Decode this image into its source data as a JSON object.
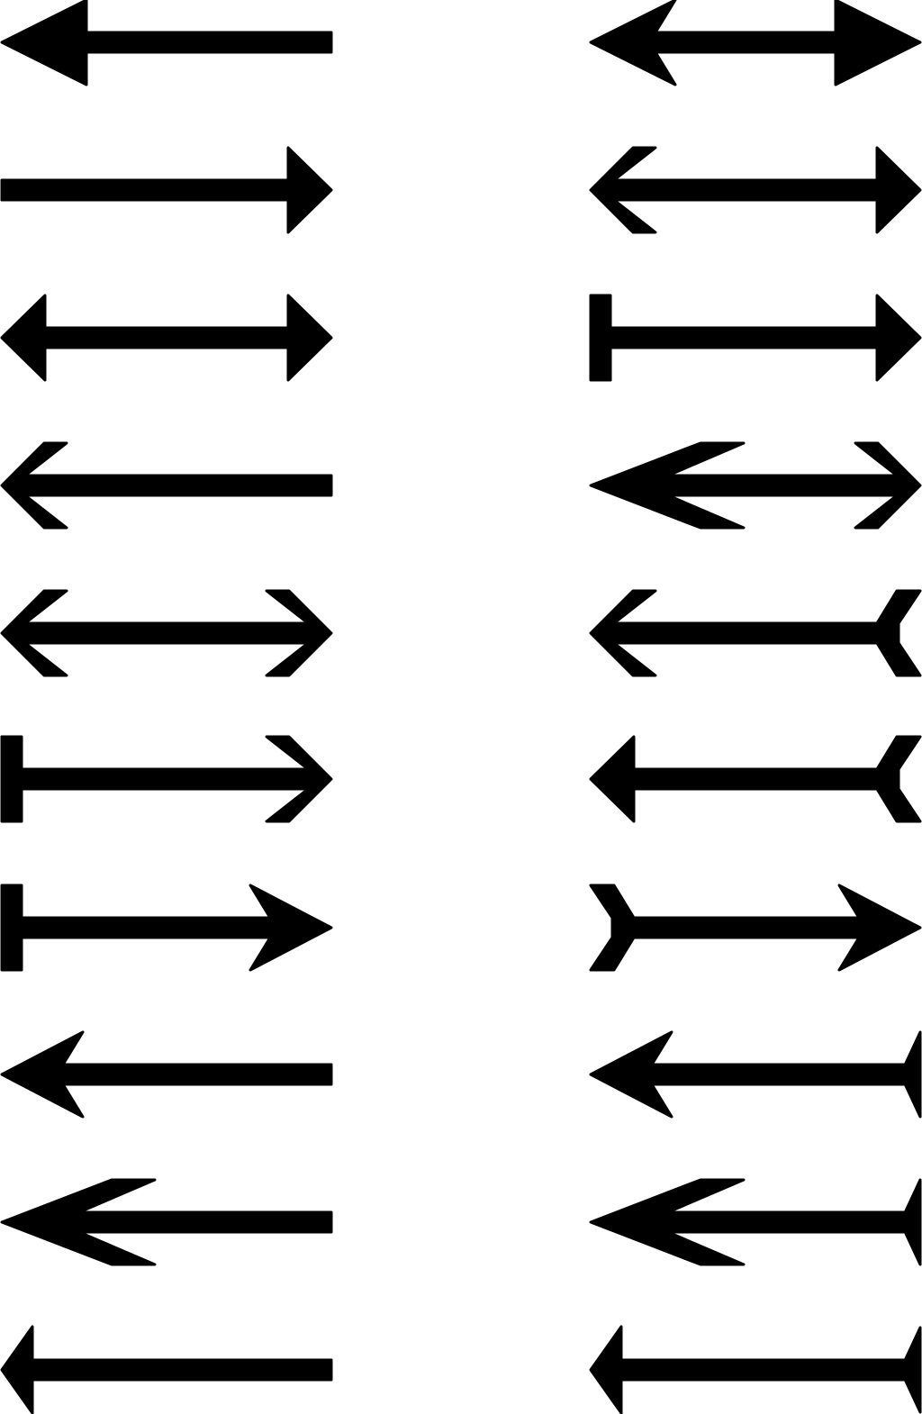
{
  "sheet": {
    "background_color": "#ffffff",
    "ink_color": "#000000",
    "columns": [
      {
        "name": "left-column",
        "arrows": [
          {
            "name": "arrow-large-left-head",
            "left_end": "triangle-large",
            "right_end": "none"
          },
          {
            "name": "arrow-right-head",
            "left_end": "none",
            "right_end": "triangle"
          },
          {
            "name": "arrow-double-triangle",
            "left_end": "triangle",
            "right_end": "triangle"
          },
          {
            "name": "arrow-left-chevron",
            "left_end": "chevron",
            "right_end": "none"
          },
          {
            "name": "arrow-double-chevron",
            "left_end": "chevron",
            "right_end": "chevron"
          },
          {
            "name": "arrow-bar-to-chevron",
            "left_end": "bar",
            "right_end": "chevron"
          },
          {
            "name": "arrow-bar-to-barb",
            "left_end": "bar",
            "right_end": "barb"
          },
          {
            "name": "arrow-left-barb",
            "left_end": "barb",
            "right_end": "none"
          },
          {
            "name": "arrow-left-long-barb",
            "left_end": "long-barb",
            "right_end": "none"
          },
          {
            "name": "arrow-left-tall-triangle",
            "left_end": "tall-triangle",
            "right_end": "none"
          }
        ]
      },
      {
        "name": "right-column",
        "arrows": [
          {
            "name": "arrow-double-large-head",
            "left_end": "barb-large",
            "right_end": "triangle-large"
          },
          {
            "name": "arrow-chevron-to-triangle",
            "left_end": "chevron",
            "right_end": "triangle"
          },
          {
            "name": "arrow-bar-to-triangle",
            "left_end": "bar",
            "right_end": "triangle"
          },
          {
            "name": "arrow-long-barb-to-chevron",
            "left_end": "long-barb",
            "right_end": "chevron"
          },
          {
            "name": "arrow-chevron-to-fletching",
            "left_end": "chevron",
            "right_end": "fletching"
          },
          {
            "name": "arrow-triangle-to-fletching",
            "left_end": "triangle",
            "right_end": "fletching"
          },
          {
            "name": "arrow-fletching-to-barb",
            "left_end": "fletching",
            "right_end": "barb"
          },
          {
            "name": "arrow-barb-to-tail",
            "left_end": "barb",
            "right_end": "tail"
          },
          {
            "name": "arrow-long-barb-to-tail",
            "left_end": "long-barb",
            "right_end": "tail"
          },
          {
            "name": "arrow-tall-triangle-to-tail",
            "left_end": "tall-triangle",
            "right_end": "tail"
          }
        ]
      }
    ]
  }
}
